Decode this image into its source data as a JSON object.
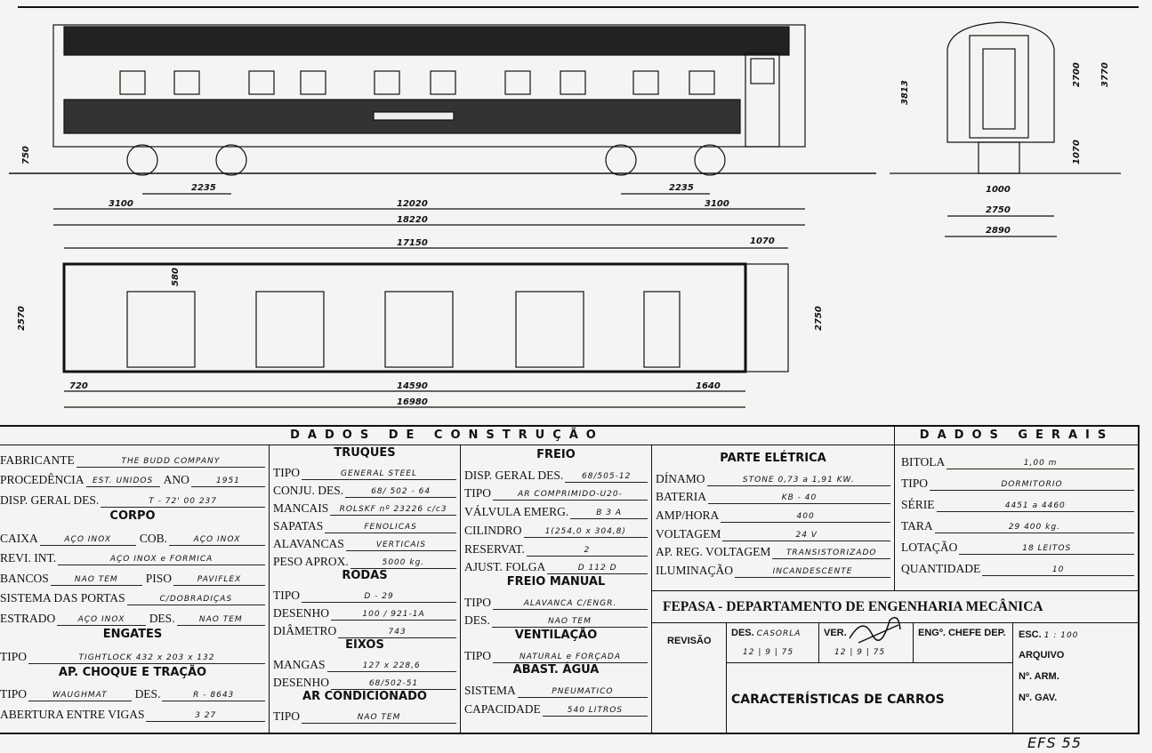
{
  "drawing": {
    "side_dims": {
      "h750": "750",
      "a3100": "3100",
      "a2235": "2235",
      "c12020": "12020",
      "b2235": "2235",
      "b3100": "3100",
      "total18220": "18220"
    },
    "plan_dims": {
      "l17150": "17150",
      "l1070": "1070",
      "l580": "580",
      "l2570": "2570",
      "l2750": "2750",
      "l720": "720",
      "l14590": "14590",
      "l1640": "1640",
      "l16980": "16980"
    },
    "end_dims": {
      "h3813": "3813",
      "h2700": "2700",
      "h3770": "3770",
      "h1070": "1070",
      "w1000": "1000",
      "w2750": "2750",
      "w2890": "2890"
    }
  },
  "construction": {
    "title": "DADOS DE CONSTRUÇÃO",
    "columns": [
      [
        {
          "label": "FABRICANTE",
          "value": "THE BUDD COMPANY"
        },
        {
          "label": "PROCEDÊNCIA",
          "value": "EST. UNIDOS",
          "label2": "ANO",
          "value2": "1951"
        },
        {
          "label": "DISP. GERAL DES.",
          "value": "T - 72' 00 237"
        },
        {
          "heading": "CORPO"
        },
        {
          "label": "CAIXA",
          "value": "AÇO INOX",
          "label2": "COB.",
          "value2": "AÇO INOX"
        },
        {
          "label": "REVI. INT.",
          "value": "AÇO INOX e FÓRMICA"
        },
        {
          "label": "BANCOS",
          "value": "NÃO TEM",
          "label2": "PISO",
          "value2": "PAVIFLEX"
        },
        {
          "label": "SISTEMA DAS PORTAS",
          "value": "C/DOBRADIÇAS"
        },
        {
          "label": "ESTRADO",
          "value": "AÇO INOX",
          "label2": "DES.",
          "value2": "NÃO TEM"
        },
        {
          "heading": "ENGATES"
        },
        {
          "label": "TIPO",
          "value": "TIGHTLOCK  432 x 203 x 132"
        },
        {
          "heading": "AP. CHOQUE E TRAÇÃO"
        },
        {
          "label": "TIPO",
          "value": "WAUGHMAT",
          "label2": "DES.",
          "value2": "R - 8643"
        },
        {
          "label": "ABERTURA ENTRE VIGAS",
          "value": "3 27"
        }
      ],
      [
        {
          "heading": "TRUQUES"
        },
        {
          "label": "TIPO",
          "value": "GENERAL STEEL"
        },
        {
          "label": "CONJU. DES.",
          "value": "68/ 502 - 64"
        },
        {
          "label": "MANCAIS",
          "value": "ROLSKF nº 23226 c/c3"
        },
        {
          "label": "SAPATAS",
          "value": "FENÓLICAS"
        },
        {
          "label": "ALAVANCAS",
          "value": "VERTICAIS"
        },
        {
          "label": "PESO APROX.",
          "value": "5000 kg."
        },
        {
          "heading": "RODAS"
        },
        {
          "label": "TIPO",
          "value": "D - 29"
        },
        {
          "label": "DESENHO",
          "value": "100 / 921-1A"
        },
        {
          "label": "DIÂMETRO",
          "value": "743"
        },
        {
          "heading": "EIXOS"
        },
        {
          "label": "MANGAS",
          "value": "127 x 228,6"
        },
        {
          "label": "DESENHO",
          "value": "68/502-51"
        },
        {
          "heading": "AR CONDICIONADO"
        },
        {
          "label": "TIPO",
          "value": "NÃO TEM"
        }
      ],
      [
        {
          "heading": "FREIO"
        },
        {
          "label": "DISP. GERAL DES.",
          "value": "68/505-12"
        },
        {
          "label": "TIPO",
          "value": "AR COMPRIMIDO-U20-"
        },
        {
          "label": "VÁLVULA EMERG.",
          "value": "B 3 A"
        },
        {
          "label": "CILINDRO",
          "value": "1(254,0 x 304,8)"
        },
        {
          "label": "RESERVAT.",
          "value": "2"
        },
        {
          "label": "AJUST. FOLGA",
          "value": "D 112 D"
        },
        {
          "heading": "FREIO MANUAL"
        },
        {
          "label": "TIPO",
          "value": "ALAVANCA C/ENGR."
        },
        {
          "label": "DES.",
          "value": "NÃO TEM"
        },
        {
          "heading": "VENTILAÇÃO"
        },
        {
          "label": "TIPO",
          "value": "NATURAL e FORÇADA"
        },
        {
          "heading": "ABAST. ÁGUA"
        },
        {
          "label": "SISTEMA",
          "value": "PNEUMÁTICO"
        },
        {
          "label": "CAPACIDADE",
          "value": "540 LITROS"
        }
      ],
      [
        {
          "heading": "PARTE ELÉTRICA"
        },
        {
          "label": "DÍNAMO",
          "value": "STONE 0,73 a 1,91 KW."
        },
        {
          "label": "BATERIA",
          "value": "KB - 40"
        },
        {
          "label": "AMP/HORA",
          "value": "400"
        },
        {
          "label": "VOLTAGEM",
          "value": "24 V"
        },
        {
          "label": "AP. REG. VOLTAGEM",
          "value": "TRANSISTORIZADO"
        },
        {
          "label": "ILUMINAÇÃO",
          "value": "INCANDESCENTE"
        }
      ]
    ]
  },
  "general": {
    "title": "DADOS GERAIS",
    "rows": [
      {
        "label": "BITOLA",
        "value": "1,00 m"
      },
      {
        "label": "TIPO",
        "value": "DORMITÓRIO"
      },
      {
        "label": "SÉRIE",
        "value": "4451 a 4460"
      },
      {
        "label": "TARA",
        "value": "29 400 kg."
      },
      {
        "label": "LOTAÇÃO",
        "value": "18 LEITOS"
      },
      {
        "label": "QUANTIDADE",
        "value": "10"
      }
    ]
  },
  "title_block": {
    "org": "FEPASA - DEPARTAMENTO DE ENGENHARIA MECÂNICA",
    "revisao": "REVISÃO",
    "des_label": "DES.",
    "des_value": "CASORLA",
    "des_date": "12 | 9 | 75",
    "ver_label": "VER.",
    "ver_date": "12 | 9 | 75",
    "eng_label": "ENGº. CHEFE DEP.",
    "esc_label": "ESC.",
    "esc_value": "1 : 100",
    "arquivo": "ARQUIVO",
    "arm": "Nº. ARM.",
    "gav": "Nº. GAV.",
    "drawing_title": "CARACTERÍSTICAS DE CARROS"
  },
  "footer": {
    "sheet": "EFS   55"
  }
}
